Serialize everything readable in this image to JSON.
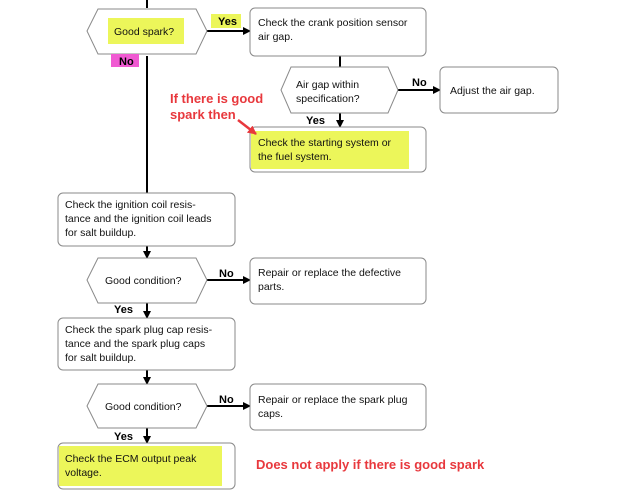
{
  "colors": {
    "highlight_yellow": "#ecf65a",
    "highlight_pink": "#f05ad2",
    "note_red": "#e8383d",
    "box_border": "#8a8a8a",
    "line": "#000000"
  },
  "decisions": {
    "good_spark": "Good spark?",
    "air_gap_line1": "Air gap within",
    "air_gap_line2": "specification?",
    "good_condition_1": "Good condition?",
    "good_condition_2": "Good condition?"
  },
  "boxes": {
    "crank_sensor_line1": "Check the crank position sensor",
    "crank_sensor_line2": "air gap.",
    "adjust_air_gap": "Adjust the air gap.",
    "starting_system_line1": "Check the starting system or",
    "starting_system_line2": "the fuel system.",
    "ignition_coil_line1": "Check the ignition coil resis-",
    "ignition_coil_line2": "tance and the ignition coil leads",
    "ignition_coil_line3": "for salt buildup.",
    "repair_parts_line1": "Repair or replace the defective",
    "repair_parts_line2": "parts.",
    "spark_cap_line1": "Check the spark plug cap resis-",
    "spark_cap_line2": "tance and the spark plug caps",
    "spark_cap_line3": "for salt buildup.",
    "repair_caps_line1": "Repair or replace the spark plug",
    "repair_caps_line2": "caps.",
    "ecm_line1": "Check the ECM output peak",
    "ecm_line2": "voltage."
  },
  "labels": {
    "yes_spark": "Yes",
    "no_spark": "No",
    "no_airgap": "No",
    "yes_airgap": "Yes",
    "no_cond1": "No",
    "yes_cond1": "Yes",
    "no_cond2": "No",
    "yes_cond2": "Yes"
  },
  "notes": {
    "good_spark_line1": "If there is good",
    "good_spark_line2": "spark then",
    "does_not_apply": "Does not apply if there is good spark"
  }
}
